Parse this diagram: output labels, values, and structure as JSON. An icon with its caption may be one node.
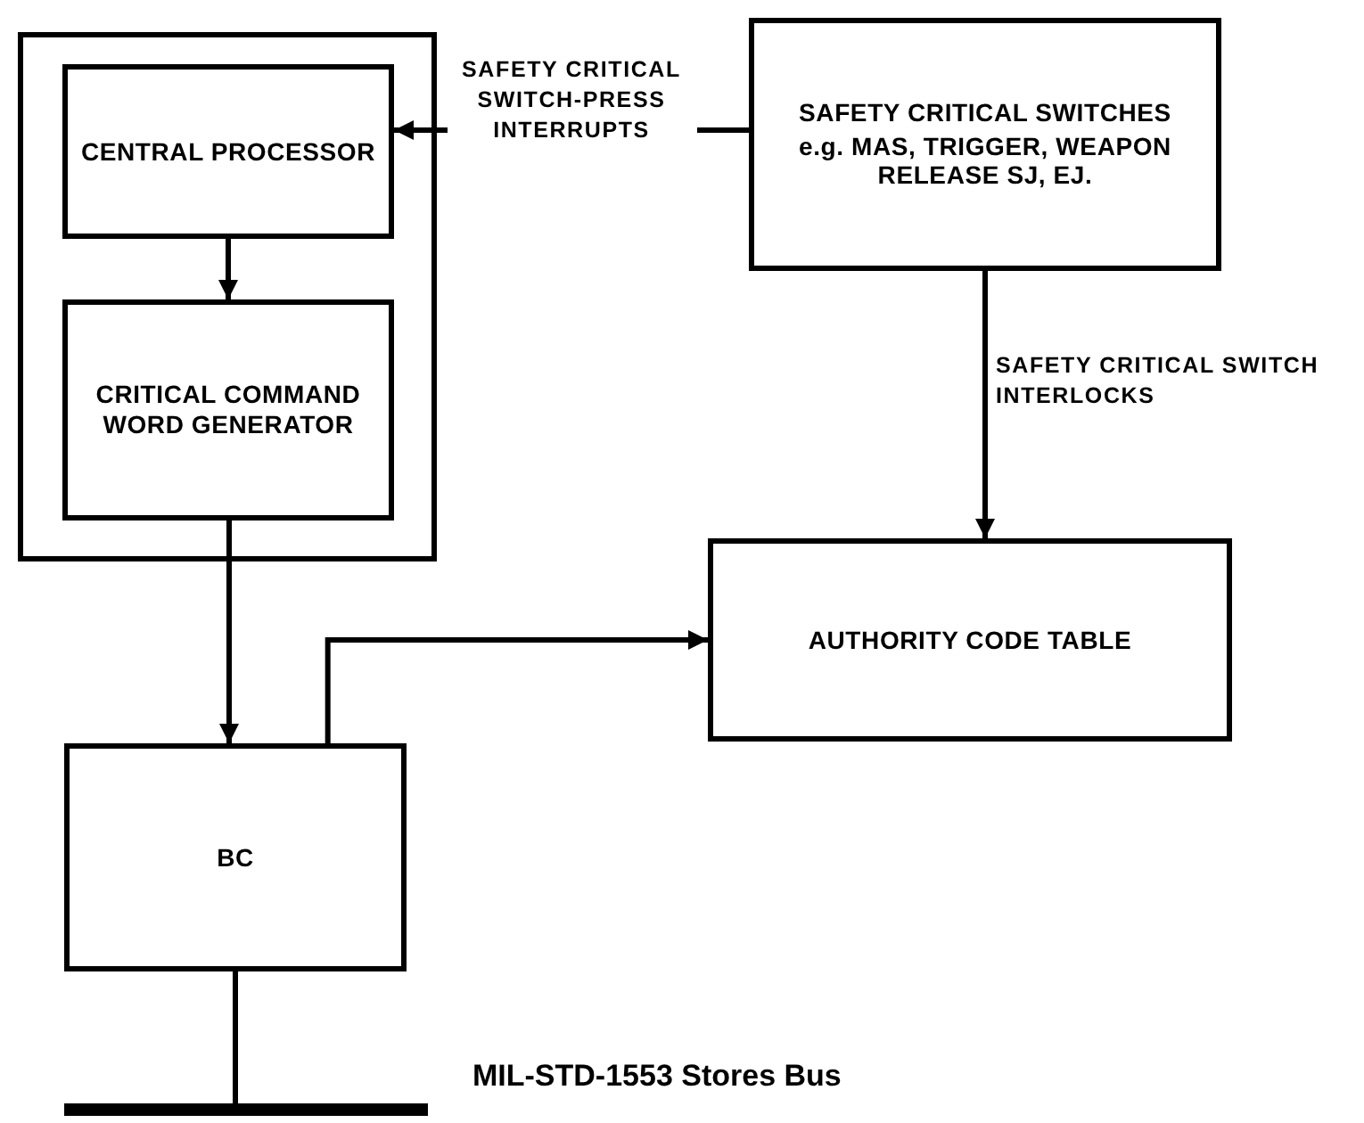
{
  "diagram": {
    "nodes": [
      {
        "text": [],
        "shape": "box"
      },
      {
        "text": [
          "CENTRAL PROCESSOR"
        ],
        "in": 0
      },
      {
        "text": [
          "CRITICAL COMMAND WORD GENERATOR"
        ],
        "in": 0
      },
      {
        "text": [
          "SAFETY CRITICAL SWITCHES",
          "e.g. MAS, TRIGGER, WEAPON RELEASE SJ, EJ."
        ]
      },
      {
        "text": [
          "AUTHORITY CODE TABLE"
        ]
      },
      {
        "text": [
          "BC"
        ]
      },
      {
        "text": [],
        "shape": "bar",
        "beside": [
          "MIL-STD-1553 Stores Bus"
        ]
      }
    ],
    "edges": [
      {
        "from": 3,
        "to": 1,
        "arrow": "to",
        "label": "SAFETY CRITICAL SWITCH-PRESS INTERRUPTS"
      },
      {
        "from": 1,
        "to": 2,
        "arrow": "to"
      },
      {
        "from": 3,
        "to": 4,
        "arrow": "to",
        "label": "SAFETY CRITICAL SWITCH INTERLOCKS"
      },
      {
        "from": 2,
        "to": 5,
        "arrow": "to"
      },
      {
        "from": 5,
        "to": 4,
        "arrow": "to"
      },
      {
        "from": 5,
        "to": 6,
        "arrow": "none"
      }
    ]
  }
}
